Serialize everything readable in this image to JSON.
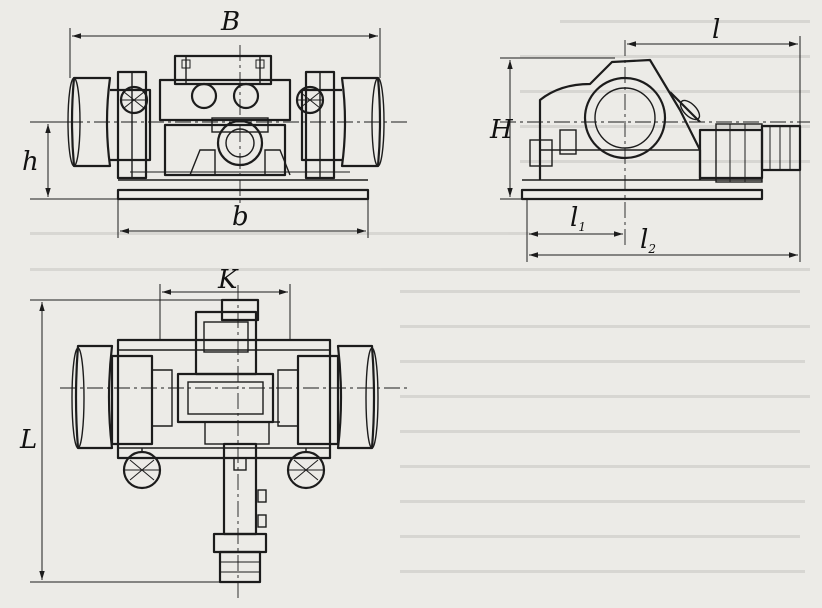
{
  "labels": {
    "B": "B",
    "h": "h",
    "b": "b",
    "l": "l",
    "H": "H",
    "l1": "l",
    "l1_sub": "1",
    "l2": "l",
    "l2_sub": "2",
    "K": "K",
    "L": "L"
  },
  "colors": {
    "paper": "#ecebe7",
    "ink": "#1c1c1c"
  }
}
